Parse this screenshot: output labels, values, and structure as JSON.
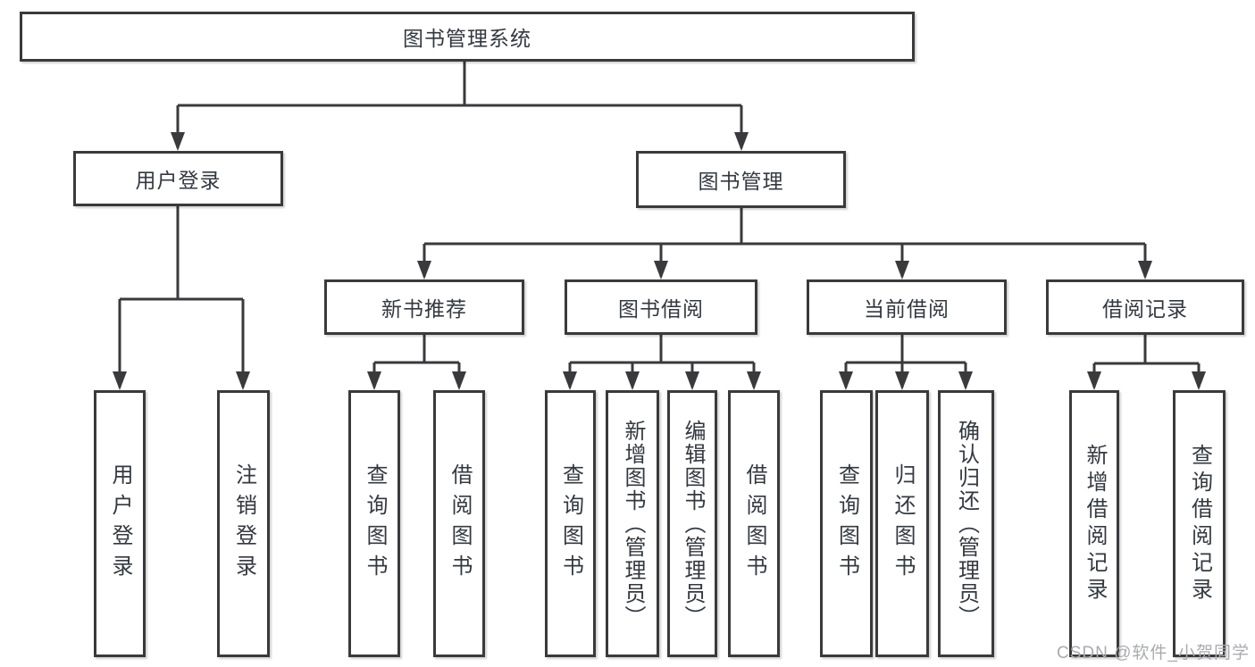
{
  "colors": {
    "line": "#3a3a3c",
    "text": "#333940",
    "watermark": "#a9abae",
    "background": "#ffffff"
  },
  "tree": {
    "label": "图书管理系统",
    "children": [
      {
        "label": "用户登录",
        "children": [
          {
            "label": "用户登录"
          },
          {
            "label": "注销登录"
          }
        ]
      },
      {
        "label": "图书管理",
        "children": [
          {
            "label": "新书推荐",
            "children": [
              {
                "label": "查询图书"
              },
              {
                "label": "借阅图书"
              }
            ]
          },
          {
            "label": "图书借阅",
            "children": [
              {
                "label": "查询图书"
              },
              {
                "label": "新增图书（管理员）"
              },
              {
                "label": "编辑图书（管理员）"
              },
              {
                "label": "借阅图书"
              }
            ]
          },
          {
            "label": "当前借阅",
            "children": [
              {
                "label": "查询图书"
              },
              {
                "label": "归还图书"
              },
              {
                "label": "确认归还（管理员）"
              }
            ]
          },
          {
            "label": "借阅记录",
            "children": [
              {
                "label": "新增借阅记录"
              },
              {
                "label": "查询借阅记录"
              }
            ]
          }
        ]
      }
    ]
  },
  "watermark": "CSDN @软件_小贺同学"
}
